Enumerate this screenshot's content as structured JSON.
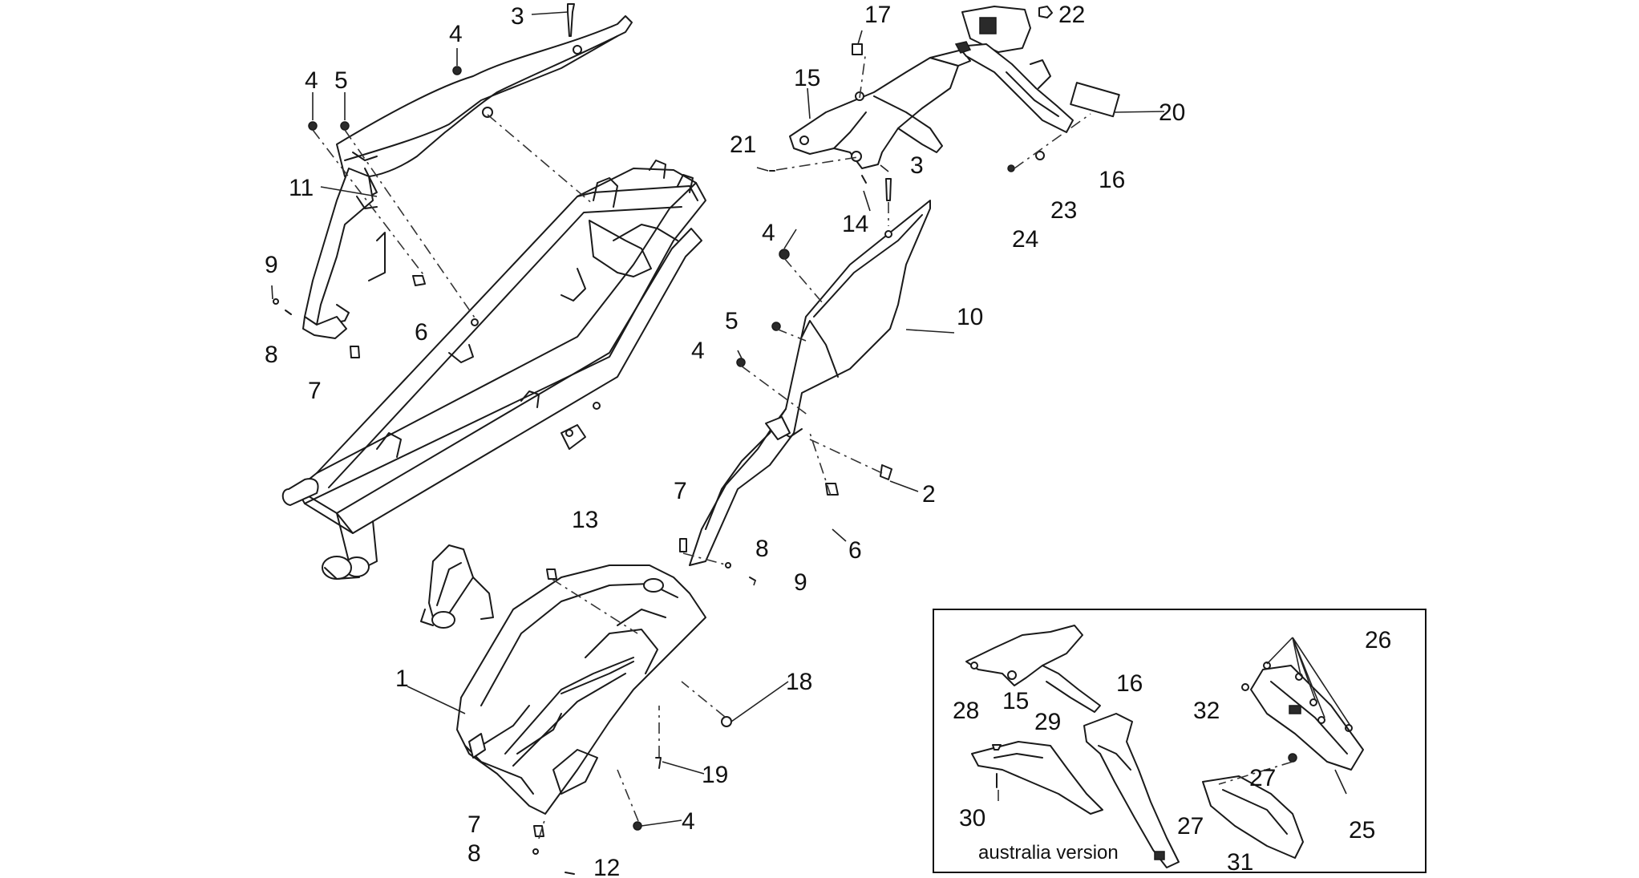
{
  "callouts": [
    {
      "id": "c3a",
      "text": "3"
    },
    {
      "id": "c4a",
      "text": "4"
    },
    {
      "id": "c4b",
      "text": "4"
    },
    {
      "id": "c5a",
      "text": "5"
    },
    {
      "id": "c11",
      "text": "11"
    },
    {
      "id": "c9a",
      "text": "9"
    },
    {
      "id": "c8a",
      "text": "8"
    },
    {
      "id": "c7a",
      "text": "7"
    },
    {
      "id": "c6a",
      "text": "6"
    },
    {
      "id": "c17",
      "text": "17"
    },
    {
      "id": "c15a",
      "text": "15"
    },
    {
      "id": "c22",
      "text": "22"
    },
    {
      "id": "c20",
      "text": "20"
    },
    {
      "id": "c21",
      "text": "21"
    },
    {
      "id": "c3b",
      "text": "3"
    },
    {
      "id": "c14",
      "text": "14"
    },
    {
      "id": "c16a",
      "text": "16"
    },
    {
      "id": "c23",
      "text": "23"
    },
    {
      "id": "c24",
      "text": "24"
    },
    {
      "id": "c4c",
      "text": "4"
    },
    {
      "id": "c10",
      "text": "10"
    },
    {
      "id": "c5b",
      "text": "5"
    },
    {
      "id": "c4d",
      "text": "4"
    },
    {
      "id": "c2",
      "text": "2"
    },
    {
      "id": "c7b",
      "text": "7"
    },
    {
      "id": "c8b",
      "text": "8"
    },
    {
      "id": "c6b",
      "text": "6"
    },
    {
      "id": "c9b",
      "text": "9"
    },
    {
      "id": "c13",
      "text": "13"
    },
    {
      "id": "c1",
      "text": "1"
    },
    {
      "id": "c18",
      "text": "18"
    },
    {
      "id": "c19",
      "text": "19"
    },
    {
      "id": "c4e",
      "text": "4"
    },
    {
      "id": "c7c",
      "text": "7"
    },
    {
      "id": "c8c",
      "text": "8"
    },
    {
      "id": "c12",
      "text": "12"
    },
    {
      "id": "c26",
      "text": "26"
    },
    {
      "id": "c16b",
      "text": "16"
    },
    {
      "id": "c15b",
      "text": "15"
    },
    {
      "id": "c28",
      "text": "28"
    },
    {
      "id": "c29",
      "text": "29"
    },
    {
      "id": "c32",
      "text": "32"
    },
    {
      "id": "c27a",
      "text": "27"
    },
    {
      "id": "c27b",
      "text": "27"
    },
    {
      "id": "c30",
      "text": "30"
    },
    {
      "id": "c25",
      "text": "25"
    },
    {
      "id": "c31",
      "text": "31"
    }
  ],
  "inset": {
    "caption": "australia version"
  }
}
